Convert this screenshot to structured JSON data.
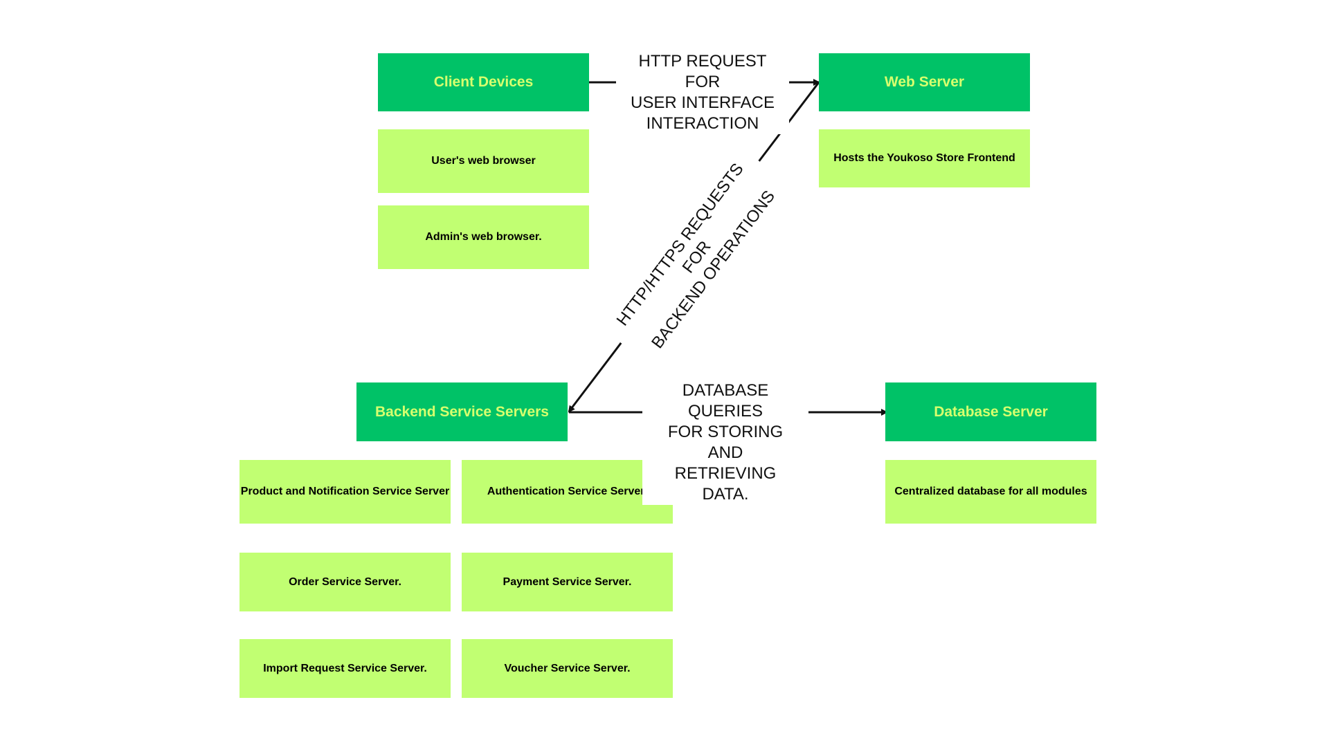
{
  "colors": {
    "header_fill": "#00c267",
    "header_text": "#d7ff6e",
    "detail_fill": "#c1ff72",
    "detail_text": "#000000",
    "arrow": "#111111"
  },
  "nodes": {
    "client_devices": {
      "title": "Client Devices",
      "items": [
        "User's web browser",
        "Admin's web browser."
      ]
    },
    "web_server": {
      "title": "Web Server",
      "items": [
        "Hosts the Youkoso Store Frontend"
      ]
    },
    "backend": {
      "title": "Backend Service Servers",
      "items": [
        "Product and Notification Service Server",
        "Authentication Service Server.",
        "Order Service Server.",
        "Payment Service Server.",
        "Import Request Service Server.",
        "Voucher Service Server."
      ]
    },
    "database": {
      "title": "Database Server",
      "items": [
        "Centralized database for all modules"
      ]
    }
  },
  "edges": {
    "client_to_web": [
      "HTTP REQUEST FOR",
      "USER INTERFACE",
      "INTERACTION"
    ],
    "web_to_backend": [
      "HTTP/HTTPS REQUESTS FOR",
      "BACKEND OPERATIONS"
    ],
    "backend_to_db": [
      "DATABASE QUERIES",
      "FOR STORING AND",
      "RETRIEVING DATA."
    ]
  }
}
